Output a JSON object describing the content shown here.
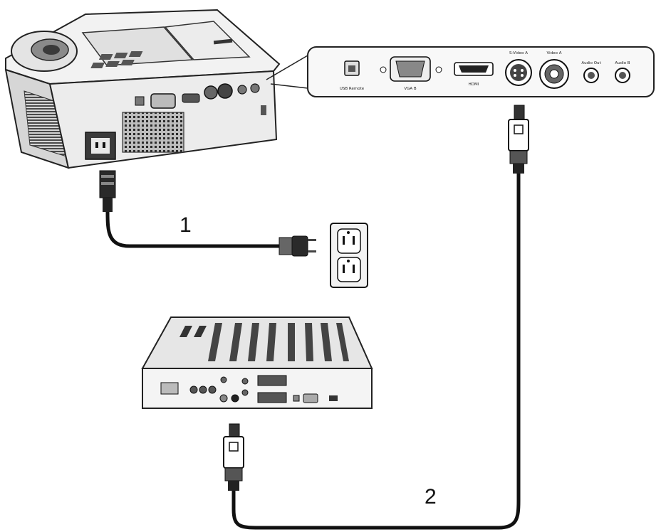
{
  "callouts": {
    "power_cable_number": "1",
    "svideo_cable_number": "2"
  },
  "port_panel": {
    "usb": "USB Remote",
    "vga": "VGA B",
    "hdmi": "HDMI",
    "svideo": "S-Video A",
    "video": "Video A",
    "audio_out": "Audio Out",
    "audio_in": "Audio B"
  },
  "colors": {
    "line": "#111111",
    "body_light": "#f0f0f0",
    "body_mid": "#c8c8c8",
    "body_dark": "#3a3a3a",
    "background": "#ffffff"
  }
}
